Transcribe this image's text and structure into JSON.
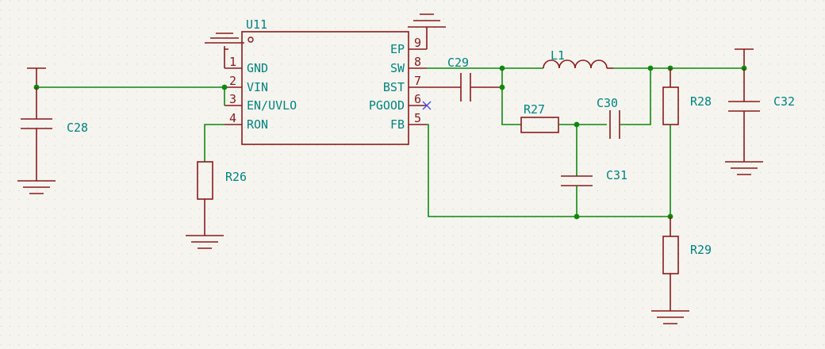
{
  "ic": {
    "ref": "U11",
    "pins_left": [
      {
        "num": "1",
        "name": "GND"
      },
      {
        "num": "2",
        "name": "VIN"
      },
      {
        "num": "3",
        "name": "EN/UVLO"
      },
      {
        "num": "4",
        "name": "RON"
      }
    ],
    "pins_right": [
      {
        "num": "9",
        "name": "EP"
      },
      {
        "num": "8",
        "name": "SW"
      },
      {
        "num": "7",
        "name": "BST"
      },
      {
        "num": "6",
        "name": "PGOOD"
      },
      {
        "num": "5",
        "name": "FB"
      }
    ]
  },
  "components": {
    "c28": "C28",
    "c29": "C29",
    "c30": "C30",
    "c31": "C31",
    "c32": "C32",
    "r26": "R26",
    "r27": "R27",
    "r28": "R28",
    "r29": "R29",
    "l1": "L1"
  },
  "colors": {
    "background": "#f5f4ef",
    "symbol": "#8a1a1a",
    "wire": "#0c8a0c",
    "label": "#00847f",
    "no_connect": "#4a4aee"
  }
}
